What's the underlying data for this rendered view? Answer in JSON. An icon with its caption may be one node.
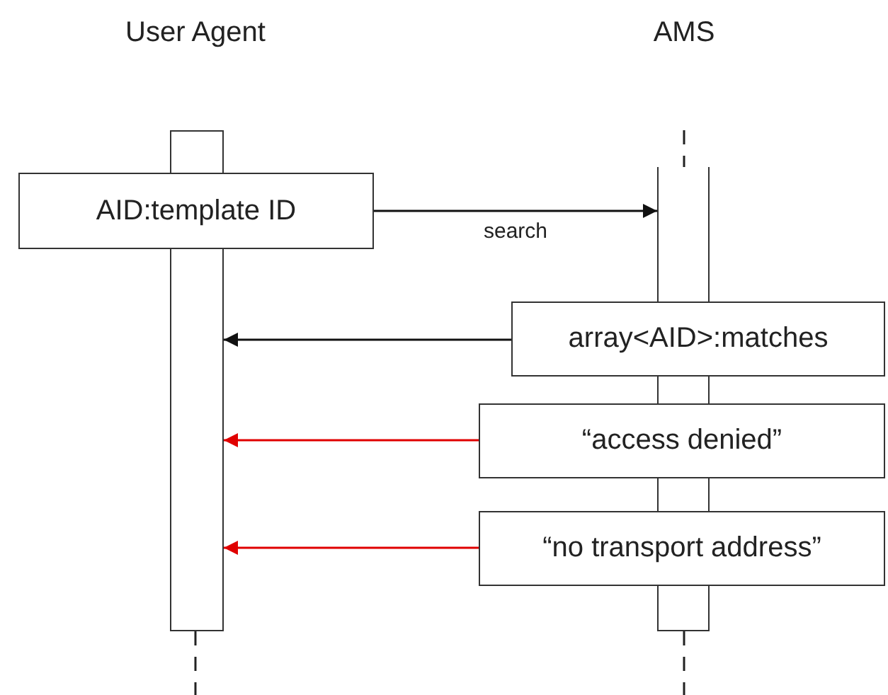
{
  "diagram": {
    "nodes": [
      {
        "text": [],
        "shape": "bar"
      },
      {
        "text": [],
        "shape": "bar"
      },
      {
        "text": [
          "AID:template ID"
        ]
      },
      {
        "text": [
          "array<AID>:matches"
        ]
      },
      {
        "text": [
          "“access denied”"
        ]
      },
      {
        "text": [
          "“no transport address”"
        ]
      }
    ],
    "edges": [
      {
        "from": 2,
        "to": 1,
        "arrow": "to",
        "label": "search"
      },
      {
        "from": 3,
        "to": 0,
        "arrow": "to"
      },
      {
        "from": 4,
        "to": 0,
        "arrow": "to",
        "color": "#e00000"
      },
      {
        "from": 5,
        "to": 0,
        "arrow": "to",
        "color": "#e00000"
      }
    ],
    "labels": [
      "User Agent",
      "AMS"
    ]
  }
}
